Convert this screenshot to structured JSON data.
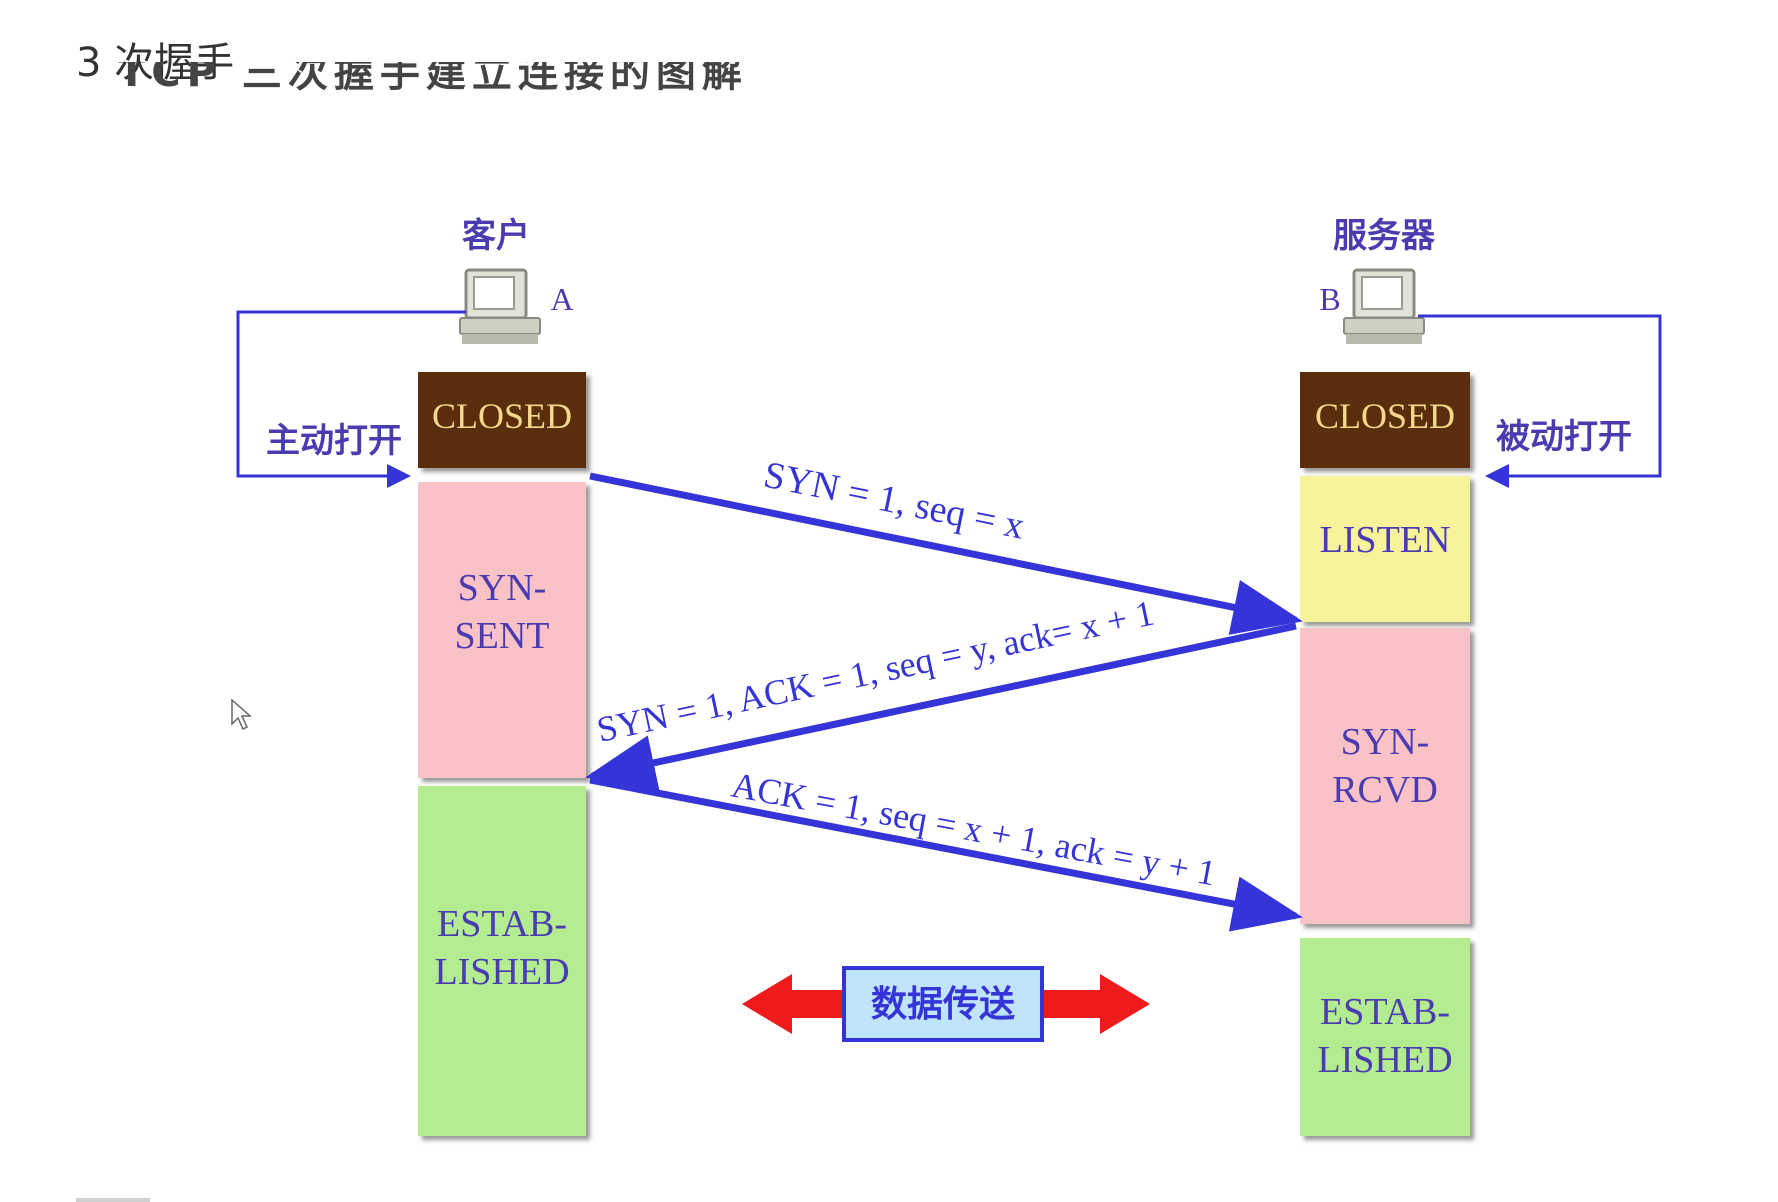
{
  "header": {
    "title": "3 次握手",
    "cut_line": "TCP 三次握手建立连接的图解"
  },
  "diagram": {
    "client": {
      "label": "客户",
      "id": "A",
      "open_label": "主动打开"
    },
    "server": {
      "label": "服务器",
      "id": "B",
      "open_label": "被动打开"
    },
    "client_states": [
      "CLOSED",
      "SYN-",
      "SENT",
      "ESTAB-",
      "LISHED"
    ],
    "server_states": [
      "CLOSED",
      "LISTEN",
      "SYN-",
      "RCVD",
      "ESTAB-",
      "LISHED"
    ],
    "messages": [
      "SYN = 1, seq = x",
      "SYN = 1, ACK = 1, seq = y, ack= x + 1",
      "ACK = 1, seq = x + 1, ack = y + 1"
    ],
    "data_transfer": "数据传送",
    "colors": {
      "closed": "#5a2e10",
      "closed_text": "#f5d98a",
      "syn": "#f8c2c6",
      "listen": "#f6f39a",
      "established": "#b4ec92",
      "state_text": "#4b3bb0",
      "arrow": "#3434d8",
      "data_arrow": "#ef1a1a",
      "data_box": "#bfe4fb"
    }
  }
}
